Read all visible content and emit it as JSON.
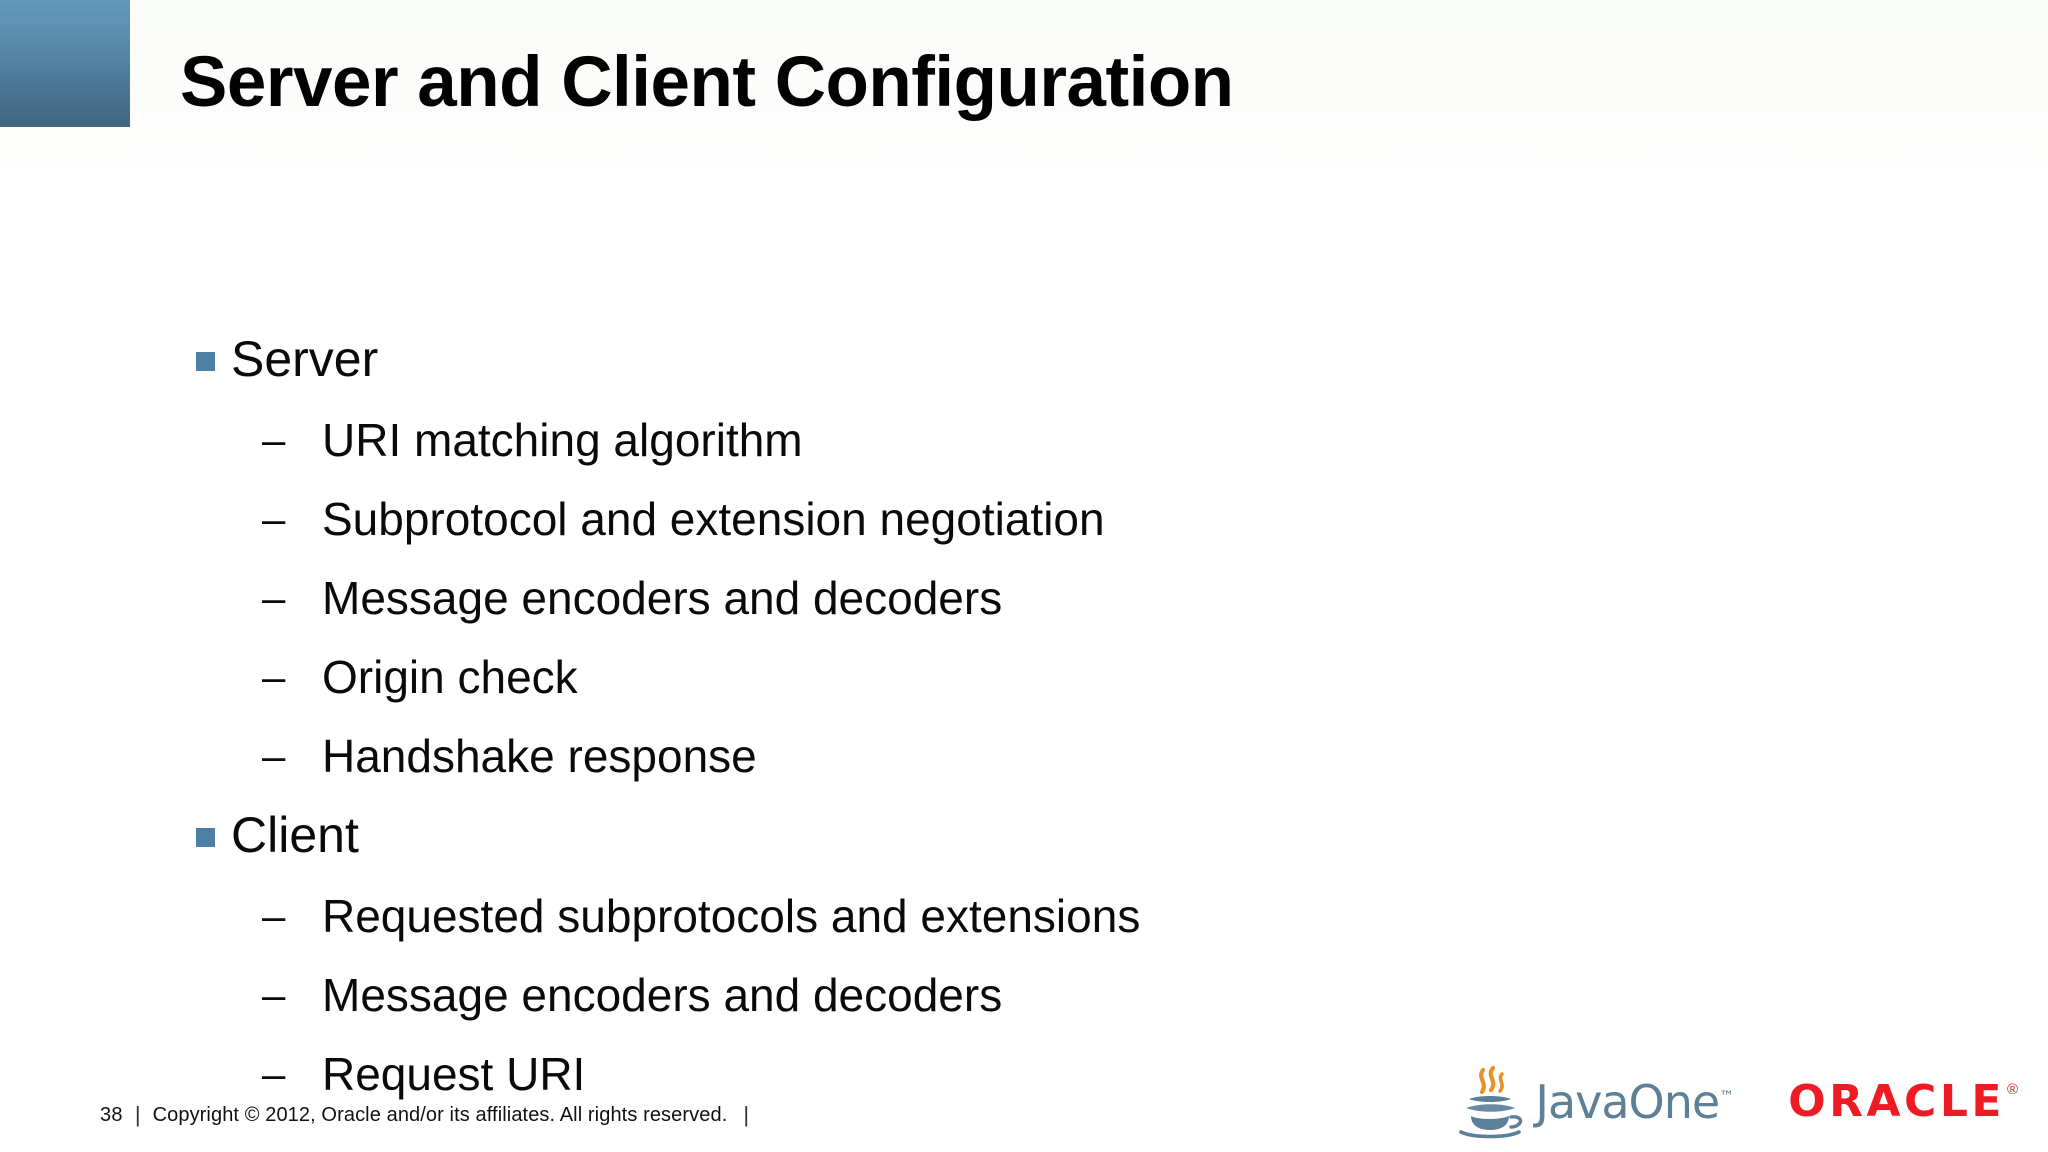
{
  "slide": {
    "title": "Server and Client Configuration",
    "corner_block_color_top": "#6499bb",
    "corner_block_color_bottom": "#41667d",
    "bullet_color": "#4d7fa3",
    "background_color": "#ffffff"
  },
  "content": {
    "sections": [
      {
        "heading": "Server",
        "items": [
          "URI matching algorithm",
          "Subprotocol and extension negotiation",
          "Message encoders and decoders",
          "Origin check",
          "Handshake response"
        ]
      },
      {
        "heading": "Client",
        "items": [
          "Requested subprotocols and extensions",
          "Message encoders and decoders",
          "Request URI"
        ]
      }
    ],
    "sub_bullet_marker": "–"
  },
  "footer": {
    "page_number": "38",
    "separator": "|",
    "copyright": "Copyright © 2012, Oracle and/or its affiliates. All rights reserved.",
    "trailing_separator": "|"
  },
  "logos": {
    "javaone": {
      "word": "JavaOne",
      "trademark": "™",
      "steam_color": "#e8912a",
      "cup_color": "#5d8099",
      "text_color": "#5d8099"
    },
    "oracle": {
      "word": "ORACLE",
      "registered": "®",
      "color": "#ee1b24"
    }
  }
}
